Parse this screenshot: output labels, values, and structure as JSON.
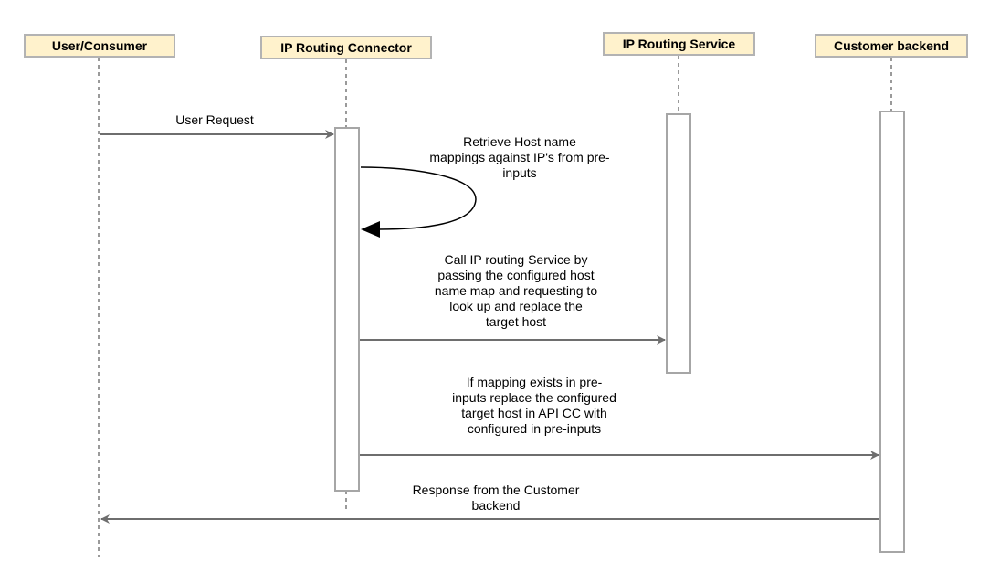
{
  "actors": [
    {
      "id": "user",
      "label": "User/Consumer"
    },
    {
      "id": "connector",
      "label": "IP Routing Connector"
    },
    {
      "id": "service",
      "label": "IP Routing Service"
    },
    {
      "id": "backend",
      "label": "Customer backend"
    }
  ],
  "messages": {
    "user_request": "User Request",
    "self_call_lines": [
      "Retrieve Host name",
      "mappings against IP's from pre-",
      "inputs"
    ],
    "call_service_lines": [
      "Call IP routing Service by",
      "passing the configured host",
      "name map and requesting to",
      "look up and replace the",
      "target host"
    ],
    "replace_lines": [
      "If mapping exists in pre-",
      "inputs replace the configured",
      "target host in API CC with",
      "configured in pre-inputs"
    ],
    "response_lines": [
      "Response from the Customer",
      "backend"
    ]
  },
  "colors": {
    "actor_fill": "#fff2cc",
    "actor_border": "#b3b3b3",
    "line": "#808080",
    "arrow": "#6e6e6e",
    "self_arrow": "#000000"
  }
}
